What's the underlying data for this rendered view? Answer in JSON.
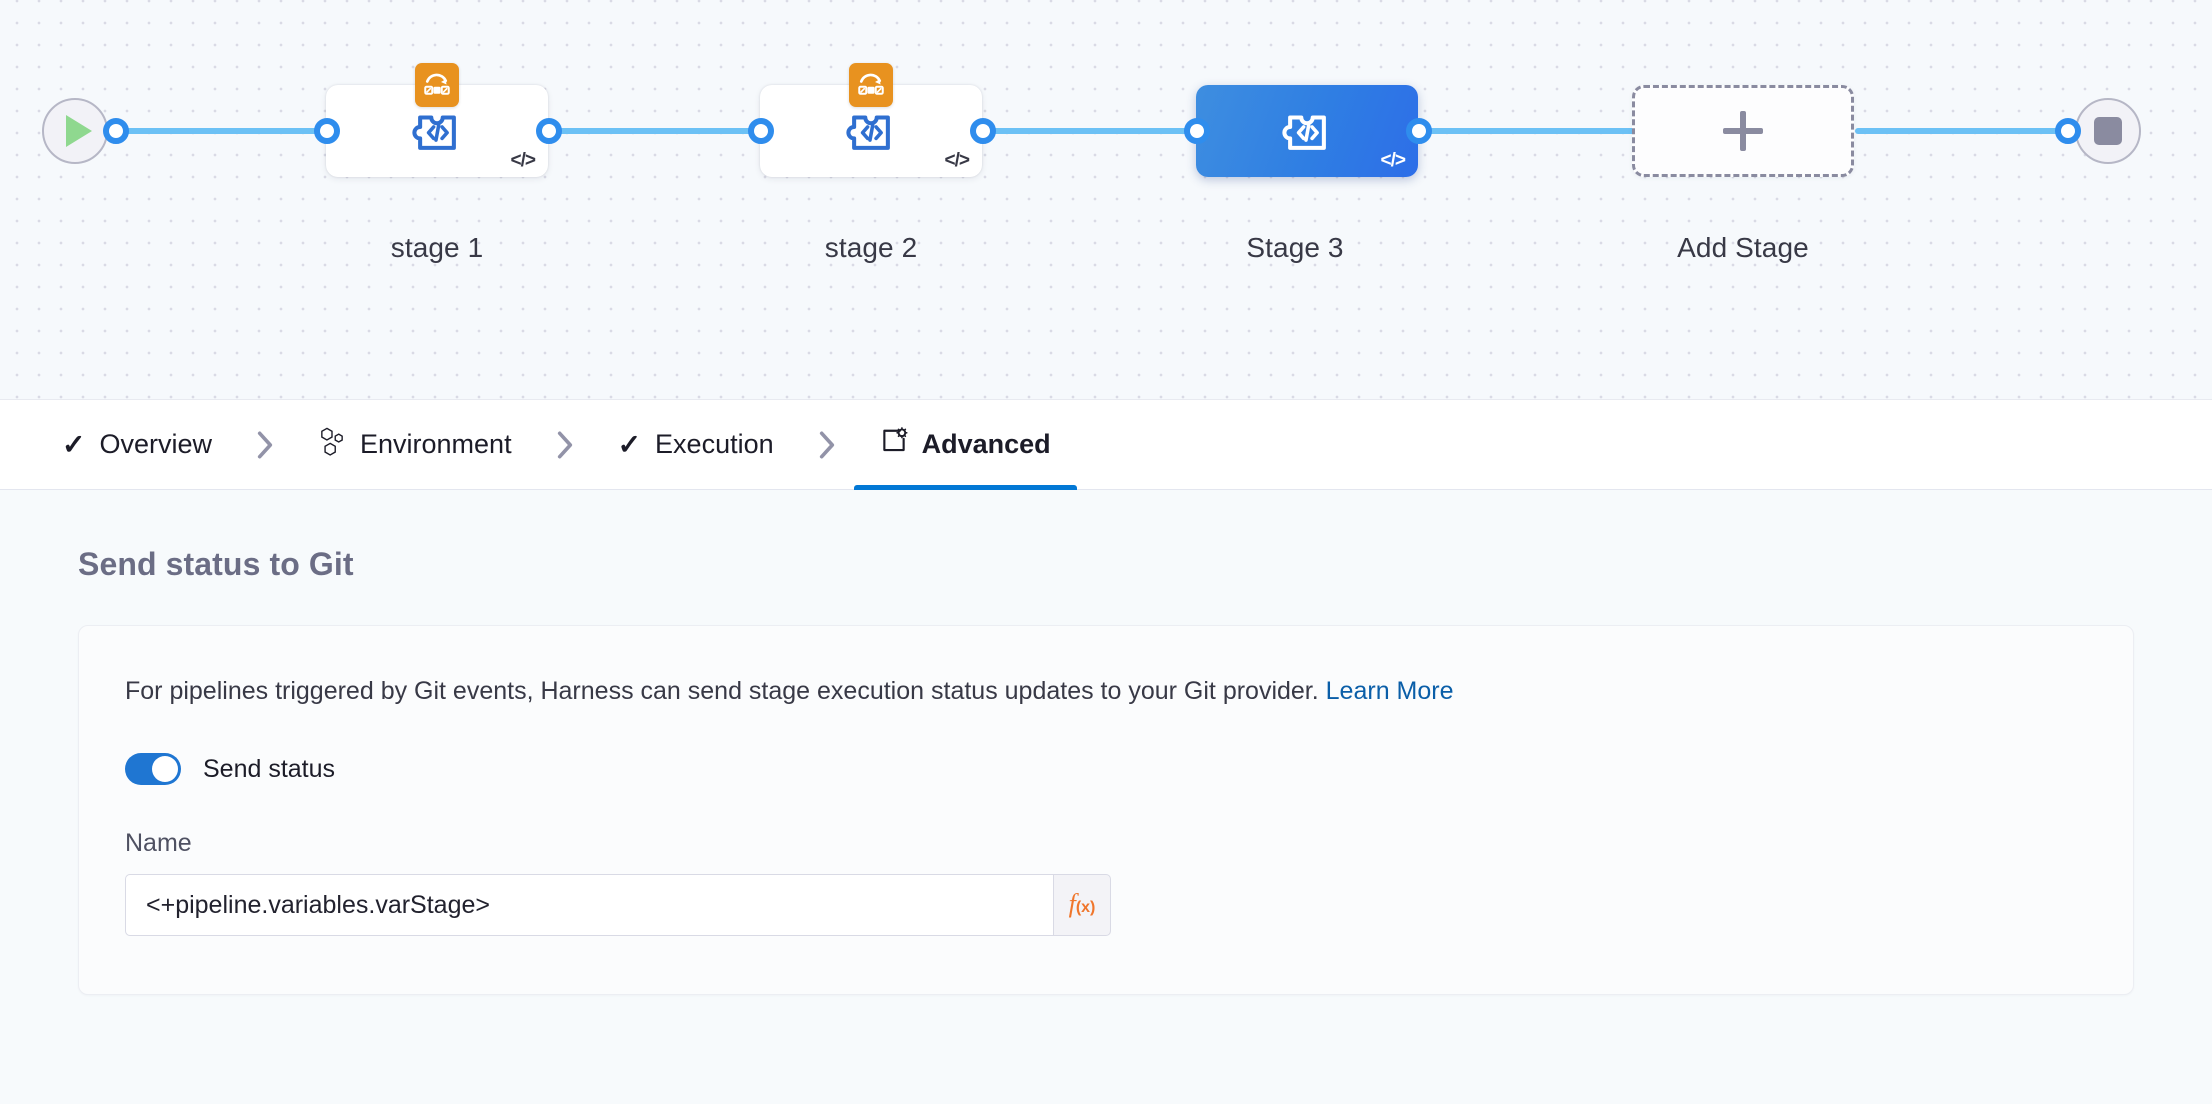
{
  "canvas": {
    "start_node": {
      "icon": "play-icon",
      "name": "pipeline-start"
    },
    "end_node": {
      "icon": "stop-icon",
      "name": "pipeline-end"
    },
    "stages": [
      {
        "label": "stage 1",
        "icon": "custom-stage-icon",
        "badge": "matrix-strategy-icon",
        "selected": false,
        "code_glyph": "</>"
      },
      {
        "label": "stage 2",
        "icon": "custom-stage-icon",
        "badge": "matrix-strategy-icon",
        "selected": false,
        "code_glyph": "</>"
      },
      {
        "label": "Stage 3",
        "icon": "custom-stage-icon",
        "badge": null,
        "selected": true,
        "code_glyph": "</>"
      }
    ],
    "add_stage": {
      "label": "Add Stage",
      "icon": "plus-icon"
    },
    "colors": {
      "connector": "#6cc1f5",
      "selected_stage": "#3080e0",
      "strategy_badge": "#e8921f"
    }
  },
  "tabs": {
    "items": [
      {
        "label": "Overview",
        "icon": "check-icon",
        "active": false
      },
      {
        "label": "Environment",
        "icon": "hexagons-icon",
        "active": false
      },
      {
        "label": "Execution",
        "icon": "check-icon",
        "active": false
      },
      {
        "label": "Advanced",
        "icon": "box-gear-icon",
        "active": true
      }
    ],
    "separator": "›",
    "active_underline_color": "#0278d5"
  },
  "panel": {
    "title": "Send status to Git",
    "description": "For pipelines triggered by Git events, Harness can send stage execution status updates to your Git provider.",
    "learn_more": "Learn More",
    "toggle": {
      "label": "Send status",
      "on": true
    },
    "name_field": {
      "label": "Name",
      "value": "<+pipeline.variables.varStage>",
      "placeholder": "Name",
      "expression_button": {
        "glyph": "f",
        "subscript": "(x)"
      }
    }
  }
}
